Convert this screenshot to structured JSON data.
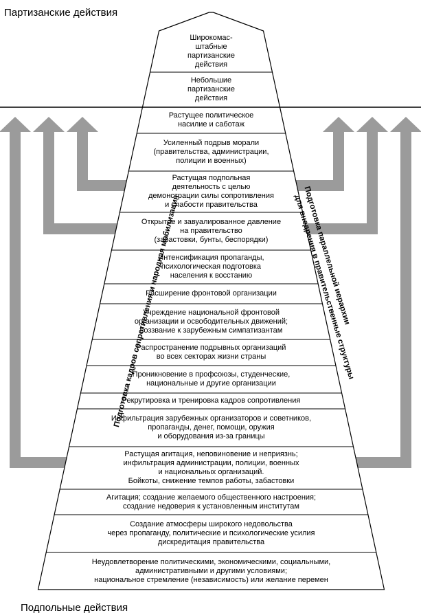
{
  "top_label": "Партизанские действия",
  "bottom_label": "Подпольные действия",
  "left_side_label": "Подготовка кадров сопротивления и народная мобилизация",
  "right_side_label_line1": "Подготовка параллельной иерархии",
  "right_side_label_line2": "для внедрения в правительственные структуры",
  "colors": {
    "arrow": "#9b9b9b",
    "line": "#000000",
    "background": "#ffffff"
  },
  "stages": [
    {
      "text": "Широкомас-\nштабные\nпартизанские\nдействия"
    },
    {
      "text": "Небольшие\nпартизанские\nдействия"
    },
    {
      "text": "Растущее политическое\nнасилие и саботаж"
    },
    {
      "text": "Усиленный подрыв морали\n(правительства, администрации,\nполиции и военных)"
    },
    {
      "text": "Растущая подпольная\nдеятельность с целью\nдемонстрации силы сопротивления\nи слабости правительства"
    },
    {
      "text": "Открытое и завуалированное давление\nна правительство\n(забастовки, бунты, беспорядки)"
    },
    {
      "text": "Интенсификация пропаганды,\nпсихологическая подготовка\nнаселения к восстанию"
    },
    {
      "text": "Расширение фронтовой организации"
    },
    {
      "text": "Учреждение национальной фронтовой\nорганизации и освободительных движений;\nвоззвание к зарубежным симпатизантам"
    },
    {
      "text": "Распространение подрывных организаций\nво всех секторах жизни страны"
    },
    {
      "text": "Проникновение в профсоюзы, студенческие,\nнациональные и другие организации"
    },
    {
      "text": "Рекрутировка и тренировка кадров сопротивления"
    },
    {
      "text": "Инфильтрация зарубежных организаторов и советников,\nпропаганды, денег, помощи, оружия\nи оборудования из-за границы"
    },
    {
      "text": "Растущая агитация, неповиновение и неприязнь;\nинфильтрация администрации, полиции, военных\nи национальных организаций.\nБойкоты, снижение темпов работы, забастовки"
    },
    {
      "text": "Агитация; создание желаемого общественного настроения;\nсоздание недоверия к установленным институтам"
    },
    {
      "text": "Создание атмосферы широкого недовольства\nчерез пропаганду, политические и психологические усилия\nдискредитация правительства"
    },
    {
      "text": "Неудовлетворение политическими, экономическими, социальными,\nадминистративными и другими условиями;\nнациональное стремление (независимость) или желание перемен"
    }
  ]
}
